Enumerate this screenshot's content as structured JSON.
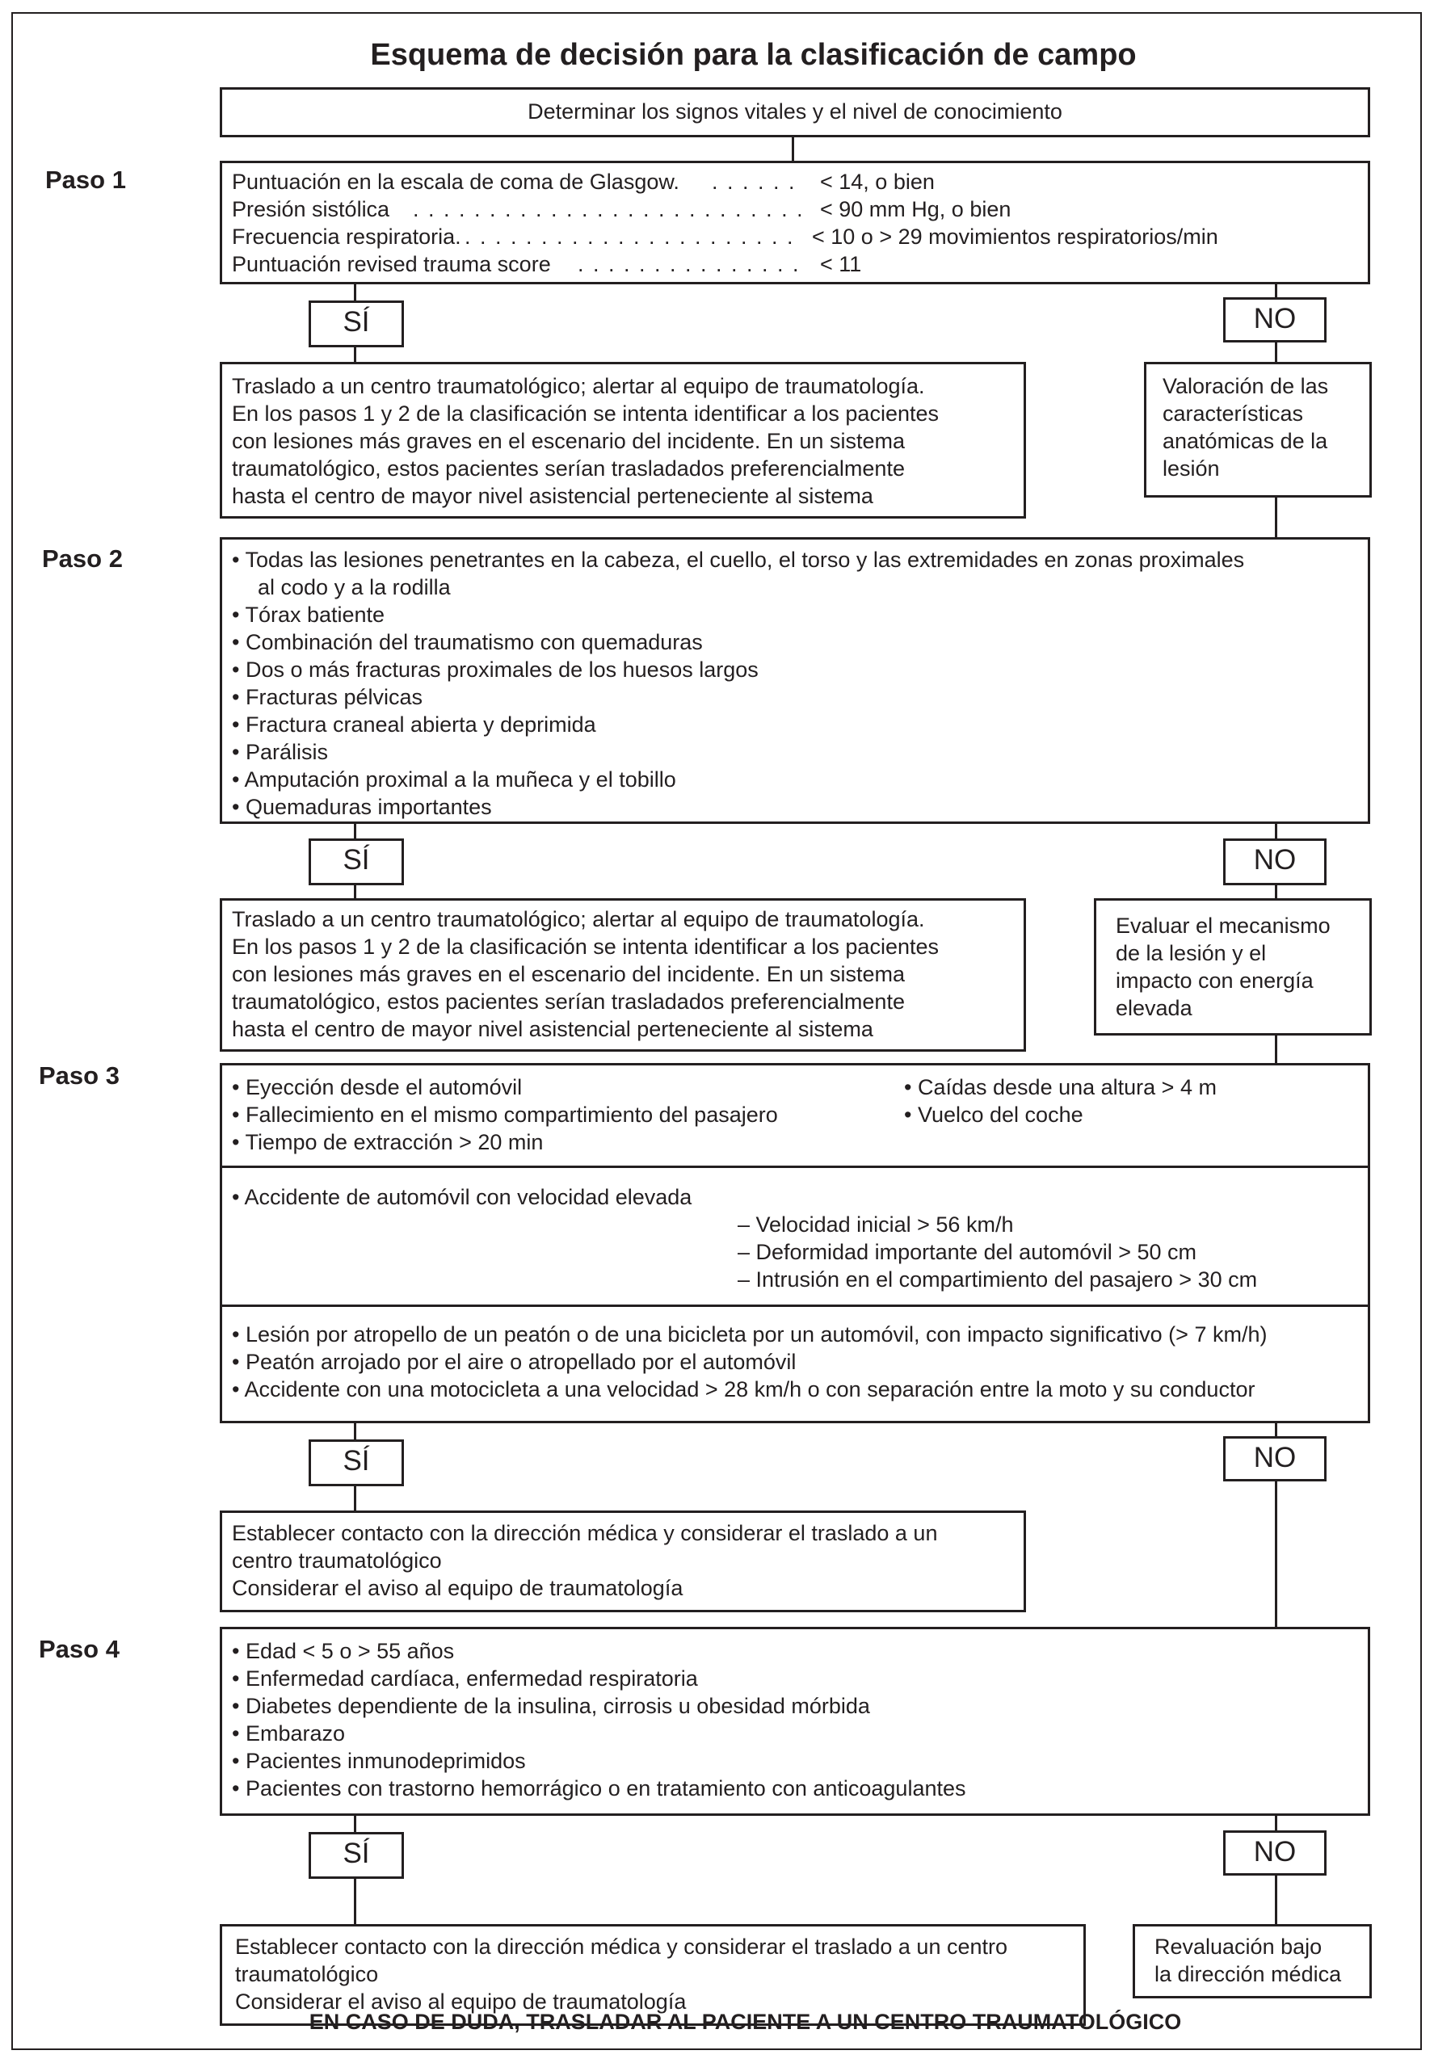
{
  "title": "Esquema de decisión para la clasificación de campo",
  "intro": "Determinar los signos vitales y el nivel de conocimiento",
  "yes": "SÍ",
  "no": "NO",
  "paso1": {
    "label": "Paso 1",
    "criteria": [
      {
        "name": "Puntuación en la escala de coma de Glasgow.",
        "value": "< 14, o bien"
      },
      {
        "name": "Presión sistólica",
        "value": "< 90 mm Hg, o bien"
      },
      {
        "name": "Frecuencia respiratoria.",
        "value": "< 10 o > 29 movimientos respiratorios/min"
      },
      {
        "name": "Puntuación revised trauma score",
        "value": "< 11"
      }
    ],
    "yes_action": [
      "Traslado a un centro traumatológico; alertar al equipo de traumatología.",
      "En los pasos 1 y 2 de la clasificación se intenta identificar a los pacientes",
      "con lesiones más graves en el escenario del incidente. En un sistema",
      "traumatológico, estos pacientes serían trasladados preferencialmente",
      "hasta el centro de mayor nivel asistencial perteneciente al sistema"
    ],
    "no_action": [
      "Valoración de las",
      "características",
      "anatómicas de la",
      "lesión"
    ]
  },
  "paso2": {
    "label": "Paso 2",
    "criteria": [
      "Todas las lesiones penetrantes en la cabeza, el cuello, el torso y las extremidades en zonas proximales",
      "al codo y a la rodilla",
      "Tórax batiente",
      "Combinación del traumatismo con quemaduras",
      "Dos o más fracturas proximales de los huesos largos",
      "Fracturas pélvicas",
      "Fractura craneal abierta y deprimida",
      "Parálisis",
      "Amputación proximal a la muñeca y el tobillo",
      "Quemaduras importantes"
    ],
    "yes_action": [
      "Traslado a un centro traumatológico; alertar al equipo de traumatología.",
      "En los pasos 1 y 2 de la clasificación se intenta identificar a los pacientes",
      "con lesiones más graves en el escenario del incidente. En un sistema",
      "traumatológico, estos pacientes serían trasladados preferencialmente",
      "hasta el centro de mayor nivel asistencial perteneciente al sistema"
    ],
    "no_action": [
      "Evaluar el mecanismo",
      "de la lesión y el",
      "impacto con energía",
      "elevada"
    ]
  },
  "paso3": {
    "label": "Paso 3",
    "group1_left": [
      "Eyección desde el automóvil",
      "Fallecimiento en el mismo compartimiento del pasajero",
      "Tiempo de extracción > 20 min"
    ],
    "group1_right": [
      "Caídas desde una altura > 4 m",
      "Vuelco del coche"
    ],
    "group2_main": "Accidente de automóvil con velocidad elevada",
    "group2_sub": [
      "– Velocidad inicial > 56 km/h",
      "– Deformidad importante del automóvil > 50 cm",
      "– Intrusión en el compartimiento del pasajero > 30 cm"
    ],
    "group3": [
      "Lesión por atropello de un peatón o de una bicicleta por un automóvil, con impacto significativo (> 7 km/h)",
      "Peatón arrojado por el aire o atropellado por el automóvil",
      "Accidente con una motocicleta a una velocidad > 28 km/h o con separación entre la moto y su conductor"
    ],
    "yes_action": [
      "Establecer contacto con la dirección médica y considerar el traslado a un",
      "centro traumatológico",
      "Considerar el aviso al equipo de traumatología"
    ]
  },
  "paso4": {
    "label": "Paso 4",
    "criteria": [
      "Edad < 5 o > 55 años",
      "Enfermedad cardíaca, enfermedad respiratoria",
      "Diabetes dependiente de la insulina, cirrosis u obesidad mórbida",
      "Embarazo",
      "Pacientes inmunodeprimidos",
      "Pacientes con trastorno hemorrágico o en tratamiento con anticoagulantes"
    ],
    "yes_action": [
      "Establecer contacto con la dirección médica y considerar el traslado a un centro",
      "traumatológico",
      "Considerar el aviso al equipo de traumatología"
    ],
    "no_action": [
      "Revaluación bajo",
      "la dirección médica"
    ]
  },
  "footer": "EN CASO DE DUDA, TRASLADAR AL PACIENTE A UN CENTRO TRAUMATOLÓGICO"
}
